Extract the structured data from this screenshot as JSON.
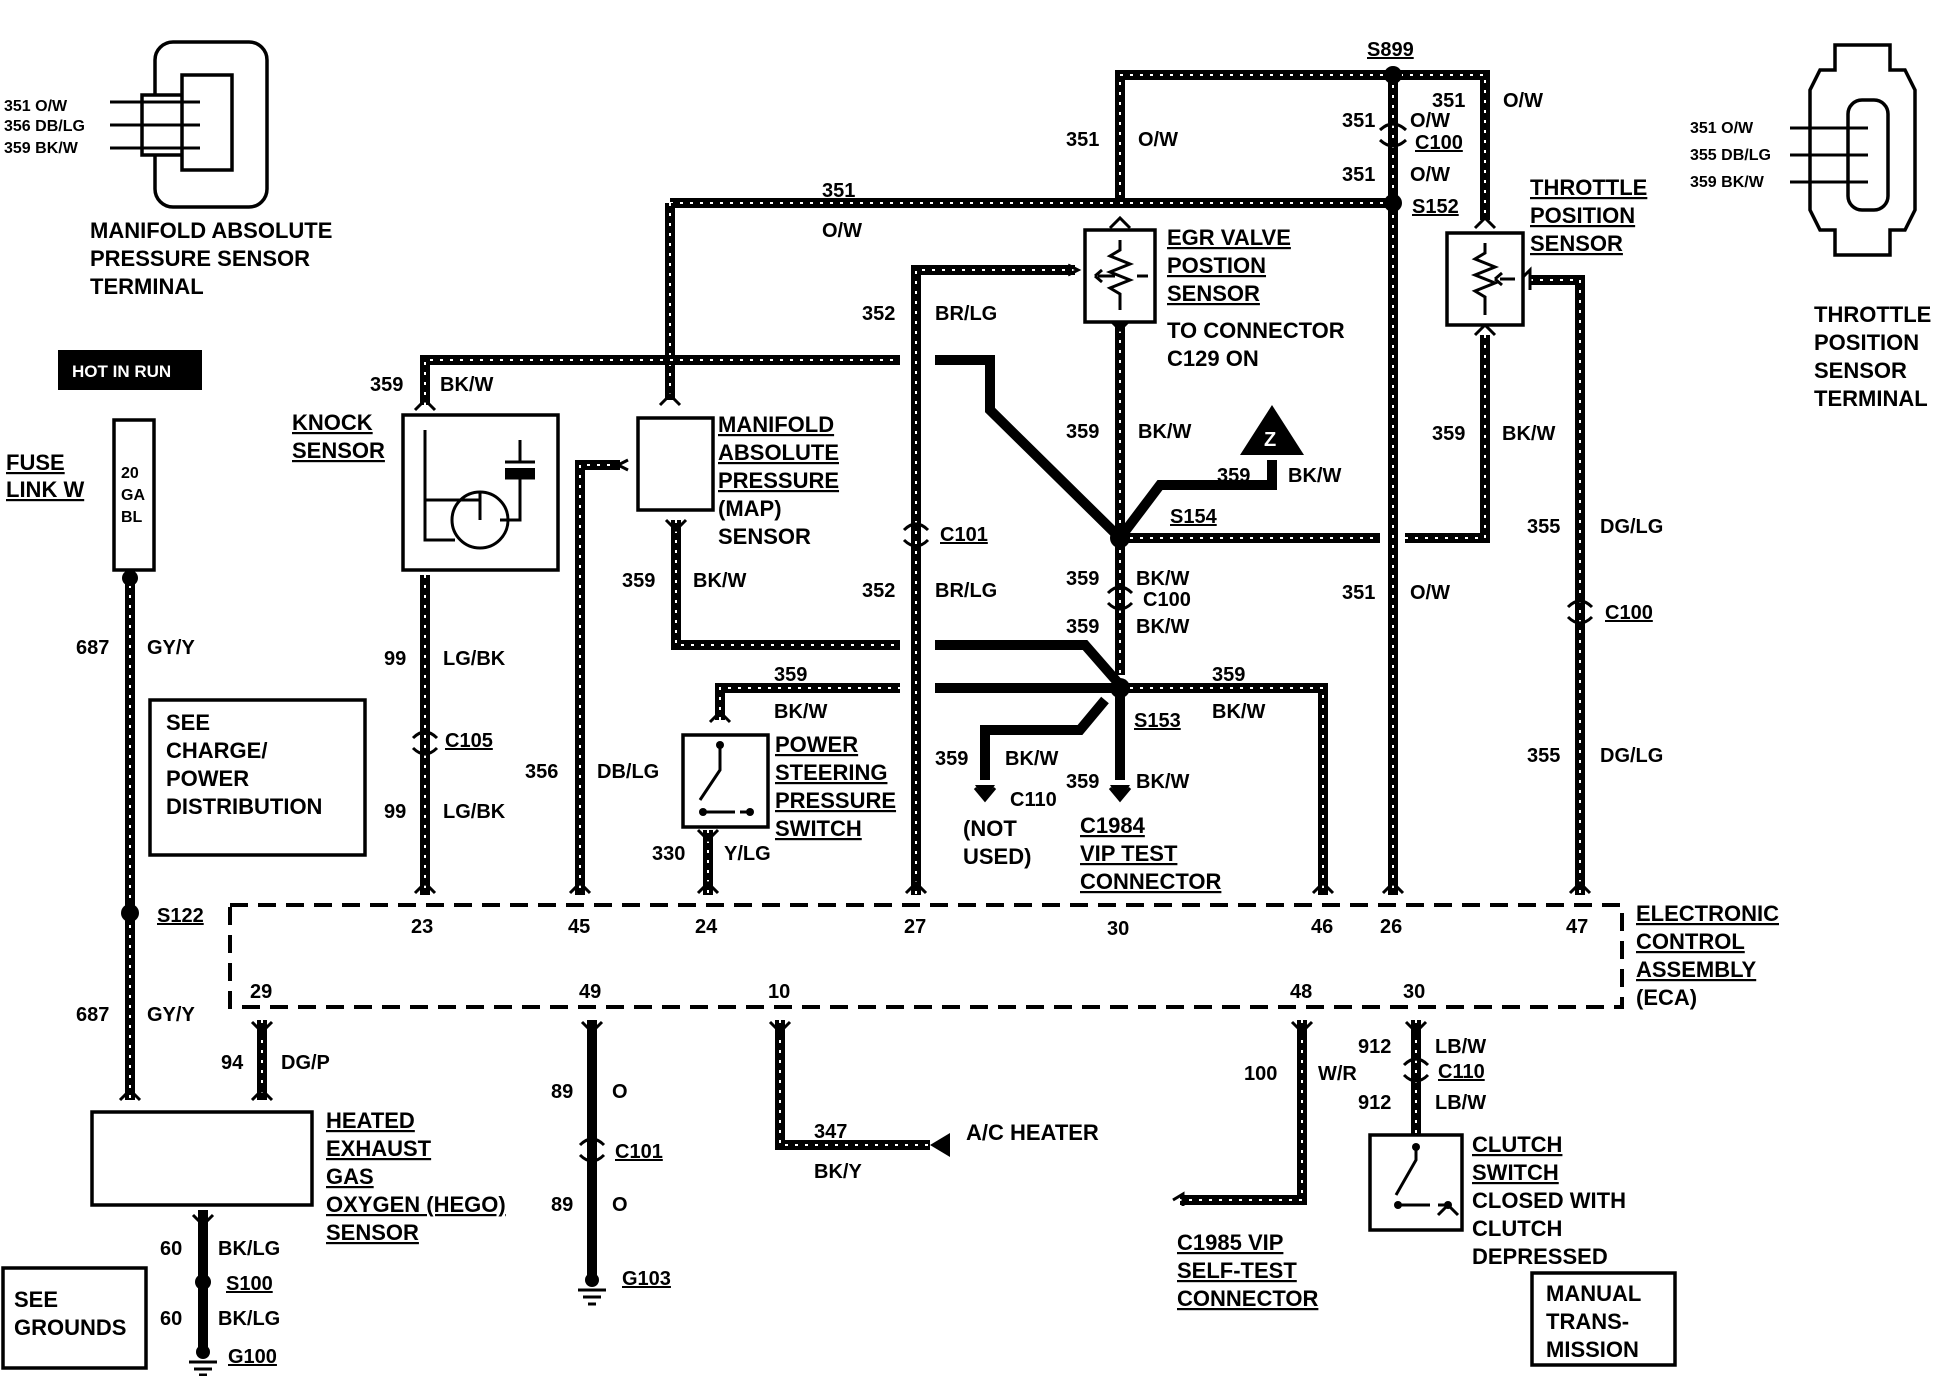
{
  "components": {
    "map_terminal": {
      "pins": [
        "351 O/W",
        "356 DB/LG",
        "359 BK/W"
      ],
      "caption": [
        "MANIFOLD ABSOLUTE",
        "PRESSURE SENSOR",
        "TERMINAL"
      ]
    },
    "tps_terminal": {
      "pins": [
        "351 O/W",
        "355 DB/LG",
        "359 BK/W"
      ],
      "caption": [
        "THROTTLE",
        "POSITION",
        "SENSOR",
        "TERMINAL"
      ]
    },
    "hot_in_run": "HOT IN RUN",
    "fuse_link": {
      "label": [
        "FUSE",
        "LINK W"
      ],
      "rating": [
        "20",
        "GA",
        "BL"
      ]
    },
    "see_charge": [
      "SEE",
      "CHARGE/",
      "POWER",
      "DISTRIBUTION"
    ],
    "knock_sensor": [
      "KNOCK",
      "SENSOR"
    ],
    "map_sensor": [
      "MANIFOLD",
      "ABSOLUTE",
      "PRESSURE",
      "(MAP)",
      "SENSOR"
    ],
    "egr_sensor": [
      "EGR VALVE",
      "POSTION",
      "SENSOR"
    ],
    "egr_note": [
      "TO CONNECTOR",
      "C129 ON"
    ],
    "tps_sensor": [
      "THROTTLE",
      "POSITION",
      "SENSOR"
    ],
    "ps_switch": [
      "POWER",
      "STEERING",
      "PRESSURE",
      "SWITCH"
    ],
    "not_used": [
      "(NOT",
      "USED)"
    ],
    "vip_test": [
      "C1984",
      "VIP TEST",
      "CONNECTOR"
    ],
    "eca": [
      "ELECTRONIC",
      "CONTROL",
      "ASSEMBLY",
      "(ECA)"
    ],
    "hego": [
      "HEATED",
      "EXHAUST",
      "GAS",
      "OXYGEN (HEGO)",
      "SENSOR"
    ],
    "see_grounds": [
      "SEE",
      "GROUNDS"
    ],
    "ac_heater": "A/C HEATER",
    "vip_self_test": [
      "C1985 VIP",
      "SELF-TEST",
      "CONNECTOR"
    ],
    "clutch_switch": [
      "CLUTCH",
      "SWITCH",
      "CLOSED WITH",
      "CLUTCH",
      "DEPRESSED"
    ],
    "manual_trans": [
      "MANUAL",
      "TRANS-",
      "MISSION"
    ],
    "z_ref": "Z"
  },
  "splices": [
    "S899",
    "S152",
    "S154",
    "S153",
    "S122",
    "S100"
  ],
  "connectors": [
    "C100",
    "C101",
    "C105",
    "C110",
    "G103",
    "G100"
  ],
  "eca_pins_top": [
    "23",
    "45",
    "24",
    "27",
    "30",
    "46",
    "26",
    "47"
  ],
  "eca_pins_bottom": [
    "29",
    "49",
    "10",
    "48",
    "30"
  ],
  "wire_labels": {
    "c351_ow": "351",
    "ow": "O/W",
    "c352": "352",
    "brlg": "BR/LG",
    "c359": "359",
    "bkw": "BK/W",
    "c355": "355",
    "dglg": "DG/LG",
    "c356": "356",
    "dblg": "DB/LG",
    "c99": "99",
    "lgbk": "LG/BK",
    "c330": "330",
    "ylg": "Y/LG",
    "c687": "687",
    "gyy": "GY/Y",
    "c94": "94",
    "dgp": "DG/P",
    "c89": "89",
    "o": "O",
    "c347": "347",
    "bky": "BK/Y",
    "c100": "100",
    "wr": "W/R",
    "c912": "912",
    "lbw": "LB/W",
    "c60": "60",
    "bklg": "BK/LG"
  }
}
